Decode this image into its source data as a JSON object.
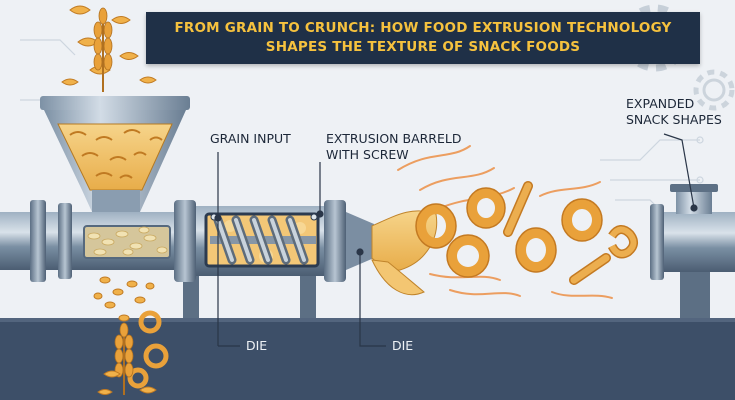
{
  "title": {
    "line1": "FROM GRAIN TO CRUNCH: HOW FOOD EXTRUSION TECHNOLOGY",
    "line2": "SHAPES THE TEXTURE OF SNACK FOODS"
  },
  "labels": {
    "grain_input": "GRAIN INPUT",
    "barrel_line1": "EXTRUSION BARRELD",
    "barrel_line2": "WITH SCREW",
    "expanded_line1": "EXPANDED",
    "expanded_line2": "SNACK SHAPES",
    "die_left": "DIE",
    "die_right": "DIE"
  },
  "colors": {
    "title_bg": "#1f3047",
    "title_text": "#f6c23e",
    "floor": "#3d4f68",
    "pipe": "#6d8296",
    "snack": "#e9a13a"
  },
  "icons": [
    "gear-icon",
    "wheat-icon",
    "hopper-icon",
    "screw-icon",
    "ring-snack-icon"
  ]
}
